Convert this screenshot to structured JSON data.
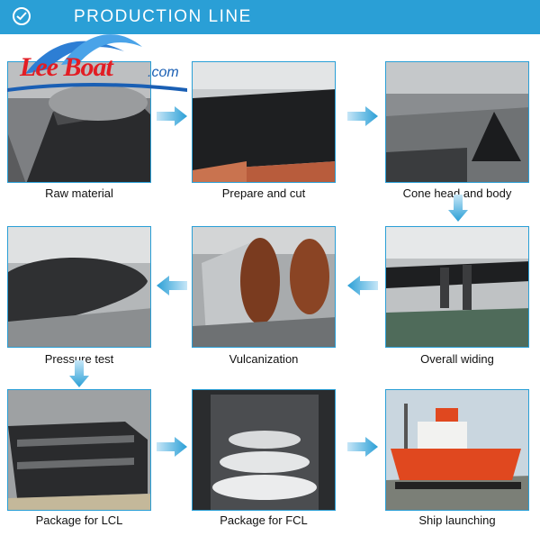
{
  "header": {
    "title": "PRODUCTION LINE",
    "icon": "check-circle-icon",
    "color": "#2a9fd6"
  },
  "logo": {
    "brand": "Lee Boat",
    "suffix": ".com",
    "brand_color": "#e21d24",
    "suffix_color": "#1a5fb4"
  },
  "steps": [
    {
      "label": "Raw material"
    },
    {
      "label": "Prepare and cut"
    },
    {
      "label": "Cone head and body"
    },
    {
      "label": "Overall widing"
    },
    {
      "label": "Vulcanization"
    },
    {
      "label": "Pressure test"
    },
    {
      "label": "Package for LCL"
    },
    {
      "label": "Package for FCL"
    },
    {
      "label": "Ship launching"
    }
  ],
  "arrow_color": "#2a9fd6"
}
